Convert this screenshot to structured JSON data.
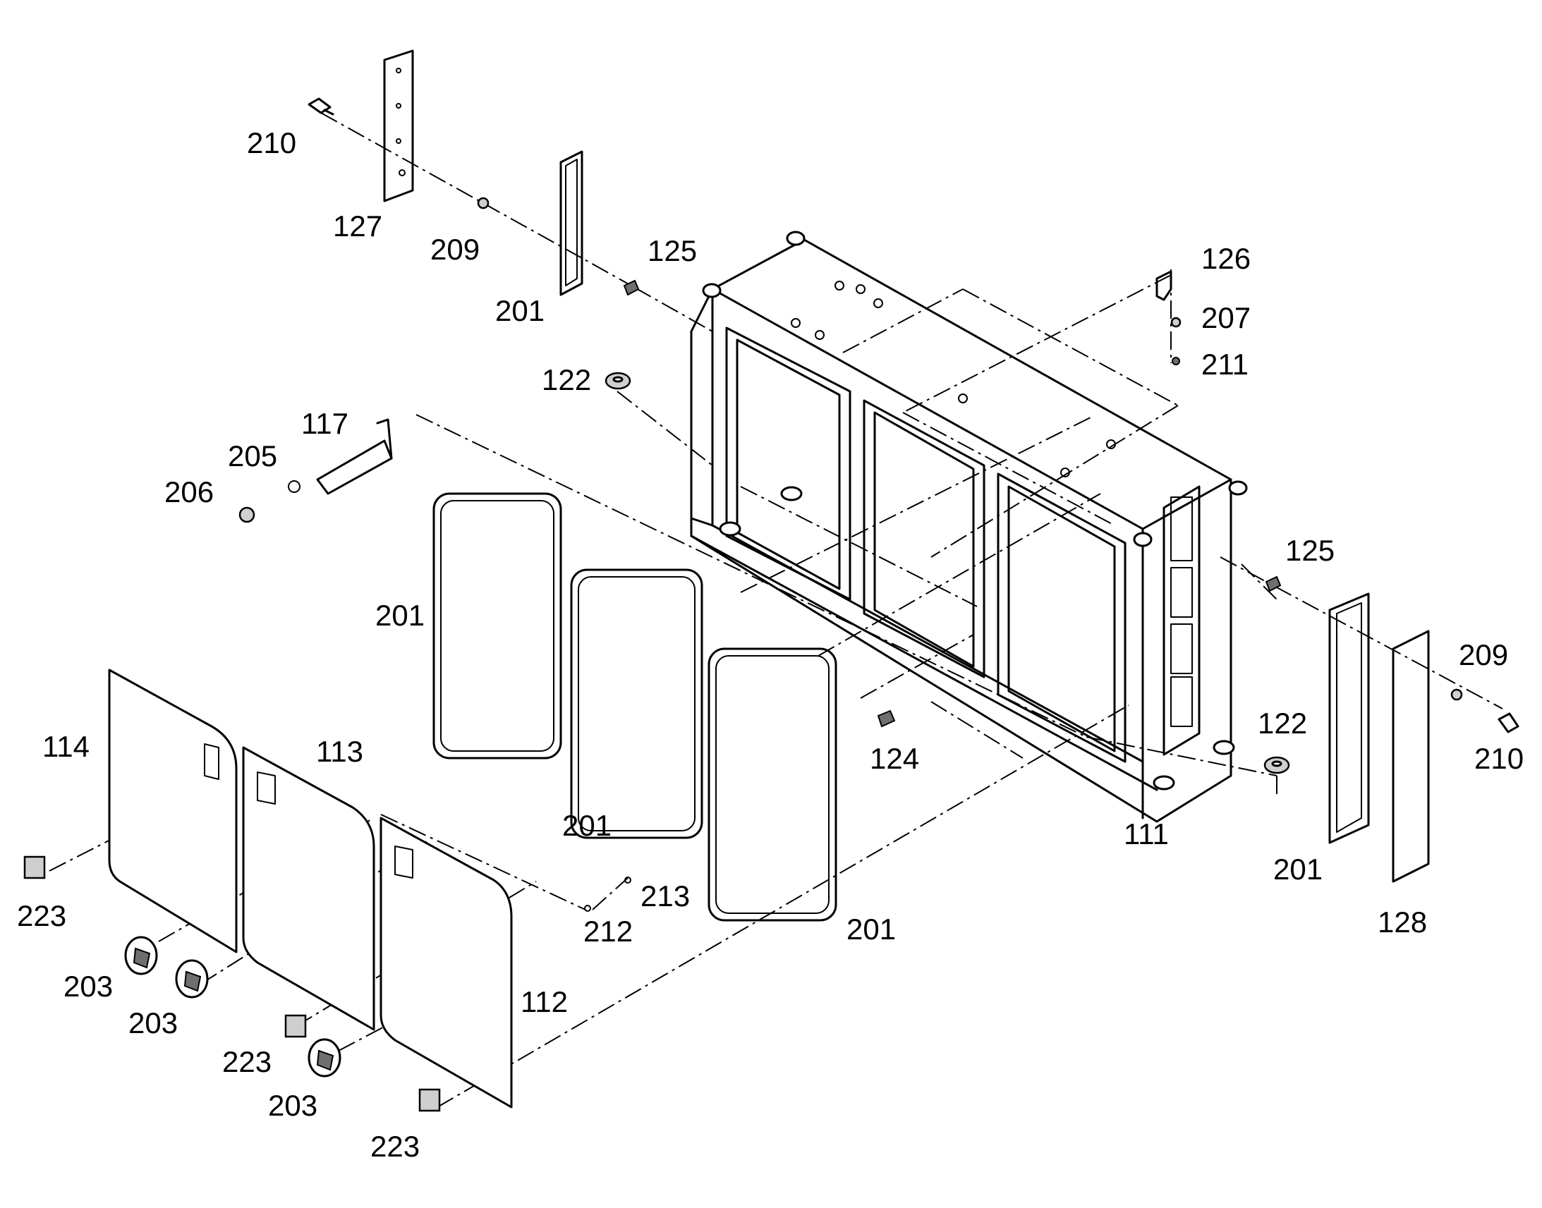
{
  "callouts": [
    {
      "id": "c210a",
      "text": "210"
    },
    {
      "id": "c127",
      "text": "127"
    },
    {
      "id": "c209a",
      "text": "209"
    },
    {
      "id": "c201a",
      "text": "201"
    },
    {
      "id": "c125a",
      "text": "125"
    },
    {
      "id": "c126",
      "text": "126"
    },
    {
      "id": "c207",
      "text": "207"
    },
    {
      "id": "c211",
      "text": "211"
    },
    {
      "id": "c122a",
      "text": "122"
    },
    {
      "id": "c117",
      "text": "117"
    },
    {
      "id": "c205",
      "text": "205"
    },
    {
      "id": "c206",
      "text": "206"
    },
    {
      "id": "c201b",
      "text": "201"
    },
    {
      "id": "c125b",
      "text": "125"
    },
    {
      "id": "c114",
      "text": "114"
    },
    {
      "id": "c113",
      "text": "113"
    },
    {
      "id": "c209b",
      "text": "209"
    },
    {
      "id": "c124",
      "text": "124"
    },
    {
      "id": "c122b",
      "text": "122"
    },
    {
      "id": "c210b",
      "text": "210"
    },
    {
      "id": "c201c",
      "text": "201"
    },
    {
      "id": "c111",
      "text": "111"
    },
    {
      "id": "c223a",
      "text": "223"
    },
    {
      "id": "c213",
      "text": "213"
    },
    {
      "id": "c212",
      "text": "212"
    },
    {
      "id": "c201d",
      "text": "201"
    },
    {
      "id": "c201e",
      "text": "201"
    },
    {
      "id": "c128",
      "text": "128"
    },
    {
      "id": "c203a",
      "text": "203"
    },
    {
      "id": "c203b",
      "text": "203"
    },
    {
      "id": "c112",
      "text": "112"
    },
    {
      "id": "c223b",
      "text": "223"
    },
    {
      "id": "c203c",
      "text": "203"
    },
    {
      "id": "c223c",
      "text": "223"
    }
  ]
}
